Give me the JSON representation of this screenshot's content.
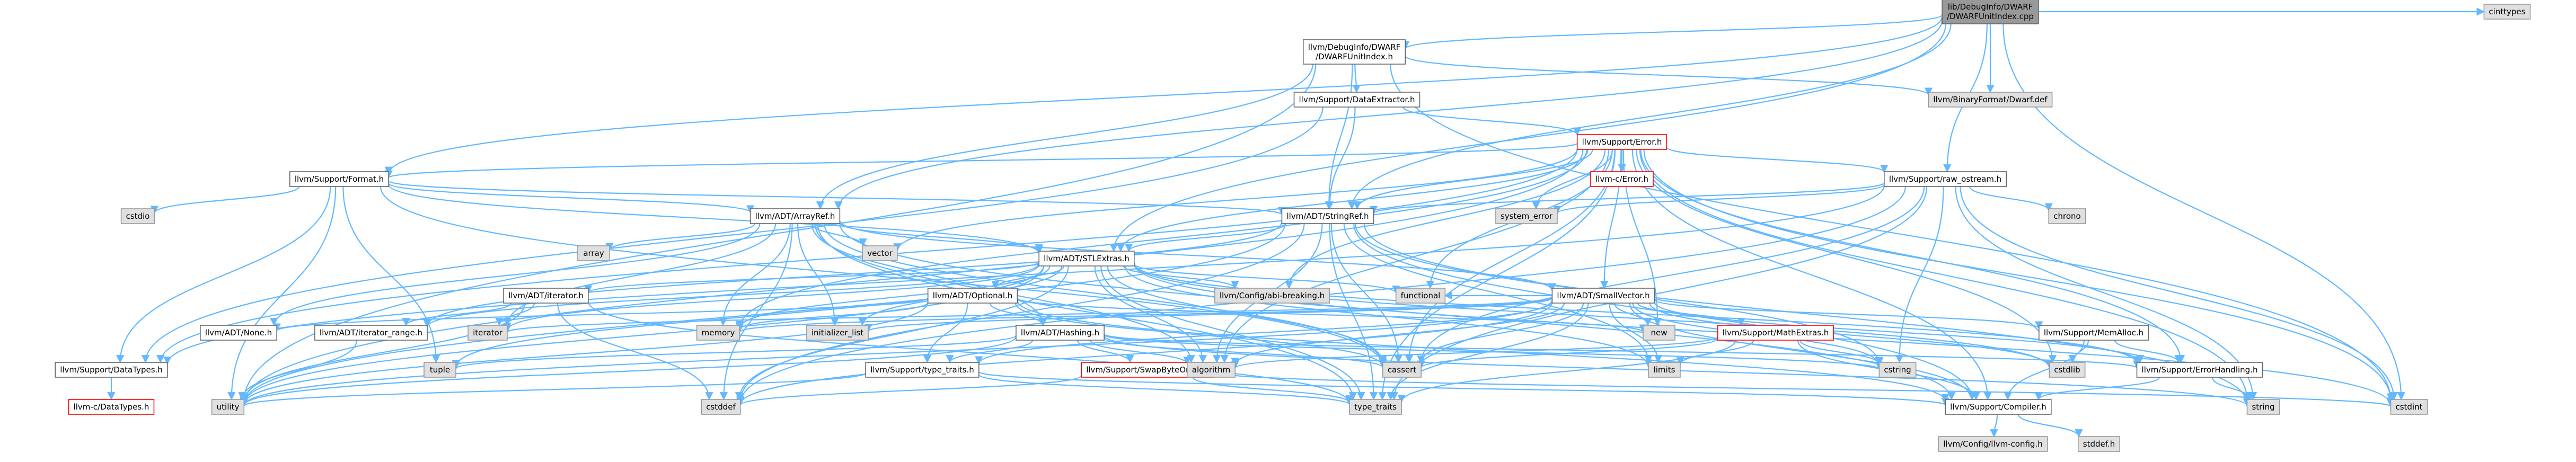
{
  "colors": {
    "edge": "#63B8FF",
    "root_fill": "#999999",
    "root_border": "#666666",
    "file_fill": "#ffffff",
    "file_border": "#666666",
    "system_fill": "#e0e0e0",
    "system_border": "#999999",
    "error_border": "#ff0000",
    "error_text": "#ff0000"
  },
  "nodes": [
    {
      "id": "root",
      "kind": "root",
      "lines": [
        "lib/DebugInfo/DWARF",
        "/DWARFUnitIndex.cpp"
      ]
    },
    {
      "id": "unitindex",
      "kind": "file",
      "lines": [
        "llvm/DebugInfo/DWARF",
        "/DWARFUnitIndex.h"
      ]
    },
    {
      "id": "cinttypes",
      "kind": "system",
      "lines": [
        "cinttypes"
      ]
    },
    {
      "id": "dataextractor",
      "kind": "file",
      "lines": [
        "llvm/Support/DataExtractor.h"
      ]
    },
    {
      "id": "dwarfdef",
      "kind": "system",
      "lines": [
        "llvm/BinaryFormat/Dwarf.def"
      ]
    },
    {
      "id": "error",
      "kind": "error",
      "lines": [
        "llvm/Support/Error.h"
      ]
    },
    {
      "id": "format",
      "kind": "file",
      "lines": [
        "llvm/Support/Format.h"
      ]
    },
    {
      "id": "rawostream",
      "kind": "file",
      "lines": [
        "llvm/Support/raw_ostream.h"
      ]
    },
    {
      "id": "llvmcerror",
      "kind": "error",
      "lines": [
        "llvm-c/Error.h"
      ]
    },
    {
      "id": "cstdio",
      "kind": "system",
      "lines": [
        "cstdio"
      ]
    },
    {
      "id": "arrayref",
      "kind": "file",
      "lines": [
        "llvm/ADT/ArrayRef.h"
      ]
    },
    {
      "id": "stringref",
      "kind": "file",
      "lines": [
        "llvm/ADT/StringRef.h"
      ]
    },
    {
      "id": "systemerror",
      "kind": "system",
      "lines": [
        "system_error"
      ]
    },
    {
      "id": "chrono",
      "kind": "system",
      "lines": [
        "chrono"
      ]
    },
    {
      "id": "array",
      "kind": "system",
      "lines": [
        "array"
      ]
    },
    {
      "id": "vector",
      "kind": "system",
      "lines": [
        "vector"
      ]
    },
    {
      "id": "stlextras",
      "kind": "file",
      "lines": [
        "llvm/ADT/STLExtras.h"
      ]
    },
    {
      "id": "configabi",
      "kind": "system",
      "lines": [
        "llvm/Config/abi-breaking.h"
      ]
    },
    {
      "id": "functional",
      "kind": "system",
      "lines": [
        "functional"
      ]
    },
    {
      "id": "adtiterator",
      "kind": "file",
      "lines": [
        "llvm/ADT/iterator.h"
      ]
    },
    {
      "id": "optional",
      "kind": "file",
      "lines": [
        "llvm/ADT/Optional.h"
      ]
    },
    {
      "id": "smallvector",
      "kind": "file",
      "lines": [
        "llvm/ADT/SmallVector.h"
      ]
    },
    {
      "id": "none",
      "kind": "file",
      "lines": [
        "llvm/ADT/None.h"
      ]
    },
    {
      "id": "iteratorrange",
      "kind": "file",
      "lines": [
        "llvm/ADT/iterator_range.h"
      ]
    },
    {
      "id": "iterator",
      "kind": "system",
      "lines": [
        "iterator"
      ]
    },
    {
      "id": "memory",
      "kind": "system",
      "lines": [
        "memory"
      ]
    },
    {
      "id": "initlist",
      "kind": "system",
      "lines": [
        "initializer_list"
      ]
    },
    {
      "id": "hashing",
      "kind": "file",
      "lines": [
        "llvm/ADT/Hashing.h"
      ]
    },
    {
      "id": "new",
      "kind": "system",
      "lines": [
        "new"
      ]
    },
    {
      "id": "mathextras",
      "kind": "error",
      "lines": [
        "llvm/Support/MathExtras.h"
      ]
    },
    {
      "id": "memalloc",
      "kind": "file",
      "lines": [
        "llvm/Support/MemAlloc.h"
      ]
    },
    {
      "id": "datatypes",
      "kind": "file",
      "lines": [
        "llvm/Support/DataTypes.h"
      ]
    },
    {
      "id": "tuple",
      "kind": "system",
      "lines": [
        "tuple"
      ]
    },
    {
      "id": "typetraitsh",
      "kind": "file",
      "lines": [
        "llvm/Support/type_traits.h"
      ]
    },
    {
      "id": "swapbyteorder",
      "kind": "error",
      "lines": [
        "llvm/Support/SwapByteOrder.h"
      ]
    },
    {
      "id": "algorithm",
      "kind": "system",
      "lines": [
        "algorithm"
      ]
    },
    {
      "id": "cassert",
      "kind": "system",
      "lines": [
        "cassert"
      ]
    },
    {
      "id": "limits",
      "kind": "system",
      "lines": [
        "limits"
      ]
    },
    {
      "id": "cstring",
      "kind": "system",
      "lines": [
        "cstring"
      ]
    },
    {
      "id": "cstdlib",
      "kind": "system",
      "lines": [
        "cstdlib"
      ]
    },
    {
      "id": "errorhandling",
      "kind": "file",
      "lines": [
        "llvm/Support/ErrorHandling.h"
      ]
    },
    {
      "id": "string",
      "kind": "system",
      "lines": [
        "string"
      ]
    },
    {
      "id": "cstdint",
      "kind": "system",
      "lines": [
        "cstdint"
      ]
    },
    {
      "id": "llvmcdatatypes",
      "kind": "error",
      "lines": [
        "llvm-c/DataTypes.h"
      ]
    },
    {
      "id": "utility",
      "kind": "system",
      "lines": [
        "utility"
      ]
    },
    {
      "id": "cstddef",
      "kind": "system",
      "lines": [
        "cstddef"
      ]
    },
    {
      "id": "typetraits",
      "kind": "system",
      "lines": [
        "type_traits"
      ]
    },
    {
      "id": "compiler",
      "kind": "file",
      "lines": [
        "llvm/Support/Compiler.h"
      ]
    },
    {
      "id": "llvmconfig",
      "kind": "system",
      "lines": [
        "llvm/Config/llvm-config.h"
      ]
    },
    {
      "id": "stddef",
      "kind": "system",
      "lines": [
        "stddef.h"
      ]
    }
  ],
  "edges": [
    [
      "root",
      "unitindex"
    ],
    [
      "root",
      "cinttypes"
    ],
    [
      "root",
      "dwarfdef"
    ],
    [
      "root",
      "format"
    ],
    [
      "root",
      "rawostream"
    ],
    [
      "root",
      "stlextras"
    ],
    [
      "root",
      "stringref"
    ],
    [
      "root",
      "cstdint"
    ],
    [
      "root",
      "arrayref"
    ],
    [
      "unitindex",
      "dataextractor"
    ],
    [
      "unitindex",
      "dwarfdef"
    ],
    [
      "unitindex",
      "stringref"
    ],
    [
      "unitindex",
      "arrayref"
    ],
    [
      "unitindex",
      "cstdint"
    ],
    [
      "unitindex",
      "utility"
    ],
    [
      "dataextractor",
      "error"
    ],
    [
      "dataextractor",
      "stringref"
    ],
    [
      "dataextractor",
      "datatypes"
    ],
    [
      "error",
      "llvmcerror"
    ],
    [
      "error",
      "stringref"
    ],
    [
      "error",
      "configabi"
    ],
    [
      "error",
      "abi"
    ],
    [
      "error",
      "compiler"
    ],
    [
      "error",
      "datatypes"
    ],
    [
      "error",
      "errorhandling"
    ],
    [
      "error",
      "format"
    ],
    [
      "error",
      "rawostream"
    ],
    [
      "error",
      "algorithm"
    ],
    [
      "error",
      "cassert"
    ],
    [
      "error",
      "cstdint"
    ],
    [
      "error",
      "cstdlib"
    ],
    [
      "error",
      "functional"
    ],
    [
      "error",
      "memory"
    ],
    [
      "error",
      "new"
    ],
    [
      "error",
      "string"
    ],
    [
      "error",
      "systemerror"
    ],
    [
      "error",
      "typetraits"
    ],
    [
      "error",
      "utility"
    ],
    [
      "error",
      "vector"
    ],
    [
      "error",
      "smallvector"
    ],
    [
      "error",
      "stlextras"
    ],
    [
      "format",
      "arrayref"
    ],
    [
      "format",
      "stringref"
    ],
    [
      "format",
      "datatypes"
    ],
    [
      "format",
      "cassert"
    ],
    [
      "format",
      "cstdio"
    ],
    [
      "format",
      "tuple"
    ],
    [
      "format",
      "utility"
    ],
    [
      "format",
      "stlextras"
    ],
    [
      "rawostream",
      "stringref"
    ],
    [
      "rawostream",
      "datatypes"
    ],
    [
      "rawostream",
      "cassert"
    ],
    [
      "rawostream",
      "chrono"
    ],
    [
      "rawostream",
      "cstddef"
    ],
    [
      "rawostream",
      "cstdint"
    ],
    [
      "rawostream",
      "cstring"
    ],
    [
      "rawostream",
      "string"
    ],
    [
      "rawostream",
      "systemerror"
    ],
    [
      "rawostream",
      "typetraits"
    ],
    [
      "arrayref",
      "hashing"
    ],
    [
      "arrayref",
      "none"
    ],
    [
      "arrayref",
      "smallvector"
    ],
    [
      "arrayref",
      "stlextras"
    ],
    [
      "arrayref",
      "compiler"
    ],
    [
      "arrayref",
      "algorithm"
    ],
    [
      "arrayref",
      "array"
    ],
    [
      "arrayref",
      "cassert"
    ],
    [
      "arrayref",
      "cstddef"
    ],
    [
      "arrayref",
      "initlist"
    ],
    [
      "arrayref",
      "iterator"
    ],
    [
      "arrayref",
      "memory"
    ],
    [
      "arrayref",
      "typetraits"
    ],
    [
      "arrayref",
      "vector"
    ],
    [
      "stringref",
      "stlextras"
    ],
    [
      "stringref",
      "iteratorrange"
    ],
    [
      "stringref",
      "compiler"
    ],
    [
      "stringref",
      "algorithm"
    ],
    [
      "stringref",
      "cassert"
    ],
    [
      "stringref",
      "cstddef"
    ],
    [
      "stringref",
      "cstring"
    ],
    [
      "stringref",
      "limits"
    ],
    [
      "stringref",
      "string"
    ],
    [
      "stringref",
      "typetraits"
    ],
    [
      "stringref",
      "utility"
    ],
    [
      "stlextras",
      "optional"
    ],
    [
      "stlextras",
      "adtiterator"
    ],
    [
      "stlextras",
      "iteratorrange"
    ],
    [
      "stlextras",
      "configabi"
    ],
    [
      "stlextras",
      "errorhandling"
    ],
    [
      "stlextras",
      "algorithm"
    ],
    [
      "stlextras",
      "cassert"
    ],
    [
      "stlextras",
      "cstddef"
    ],
    [
      "stlextras",
      "cstdint"
    ],
    [
      "stlextras",
      "cstdlib"
    ],
    [
      "stlextras",
      "functional"
    ],
    [
      "stlextras",
      "initlist"
    ],
    [
      "stlextras",
      "iterator"
    ],
    [
      "stlextras",
      "limits"
    ],
    [
      "stlextras",
      "memory"
    ],
    [
      "stlextras",
      "tuple"
    ],
    [
      "stlextras",
      "typetraits"
    ],
    [
      "stlextras",
      "utility"
    ],
    [
      "optional",
      "none"
    ],
    [
      "optional",
      "hashing"
    ],
    [
      "optional",
      "compiler"
    ],
    [
      "optional",
      "typetraitsh"
    ],
    [
      "optional",
      "cassert"
    ],
    [
      "optional",
      "memory"
    ],
    [
      "optional",
      "new"
    ],
    [
      "optional",
      "utility"
    ],
    [
      "adtiterator",
      "iteratorrange"
    ],
    [
      "adtiterator",
      "cstddef"
    ],
    [
      "adtiterator",
      "iterator"
    ],
    [
      "adtiterator",
      "typetraits"
    ],
    [
      "adtiterator",
      "utility"
    ],
    [
      "iteratorrange",
      "utility"
    ],
    [
      "hashing",
      "errorhandling"
    ],
    [
      "hashing",
      "swapbyteorder"
    ],
    [
      "hashing",
      "typetraitsh"
    ],
    [
      "hashing",
      "algorithm"
    ],
    [
      "hashing",
      "cassert"
    ],
    [
      "hashing",
      "cstring"
    ],
    [
      "hashing",
      "string"
    ],
    [
      "hashing",
      "tuple"
    ],
    [
      "hashing",
      "utility"
    ],
    [
      "swapbyteorder",
      "cstddef"
    ],
    [
      "swapbyteorder",
      "cstdint"
    ],
    [
      "swapbyteorder",
      "typetraits"
    ],
    [
      "typetraitsh",
      "compiler"
    ],
    [
      "typetraitsh",
      "typetraits"
    ],
    [
      "typetraitsh",
      "utility"
    ],
    [
      "smallvector",
      "compiler"
    ],
    [
      "smallvector",
      "errorhandling"
    ],
    [
      "smallvector",
      "mathextras"
    ],
    [
      "smallvector",
      "memalloc"
    ],
    [
      "smallvector",
      "typetraitsh"
    ],
    [
      "smallvector",
      "algorithm"
    ],
    [
      "smallvector",
      "cassert"
    ],
    [
      "smallvector",
      "cstddef"
    ],
    [
      "smallvector",
      "cstdlib"
    ],
    [
      "smallvector",
      "cstring"
    ],
    [
      "smallvector",
      "functional"
    ],
    [
      "smallvector",
      "initlist"
    ],
    [
      "smallvector",
      "iterator"
    ],
    [
      "smallvector",
      "limits"
    ],
    [
      "smallvector",
      "memory"
    ],
    [
      "smallvector",
      "new"
    ],
    [
      "smallvector",
      "typetraits"
    ],
    [
      "smallvector",
      "utility"
    ],
    [
      "mathextras",
      "compiler"
    ],
    [
      "mathextras",
      "algorithm"
    ],
    [
      "mathextras",
      "cassert"
    ],
    [
      "mathextras",
      "cstring"
    ],
    [
      "mathextras",
      "limits"
    ],
    [
      "mathextras",
      "typetraits"
    ],
    [
      "memalloc",
      "compiler"
    ],
    [
      "memalloc",
      "errorhandling"
    ],
    [
      "memalloc",
      "cstdlib"
    ],
    [
      "errorhandling",
      "compiler"
    ],
    [
      "errorhandling",
      "string"
    ],
    [
      "compiler",
      "llvmconfig"
    ],
    [
      "compiler",
      "stddef"
    ],
    [
      "datatypes",
      "llvmcdatatypes"
    ]
  ]
}
